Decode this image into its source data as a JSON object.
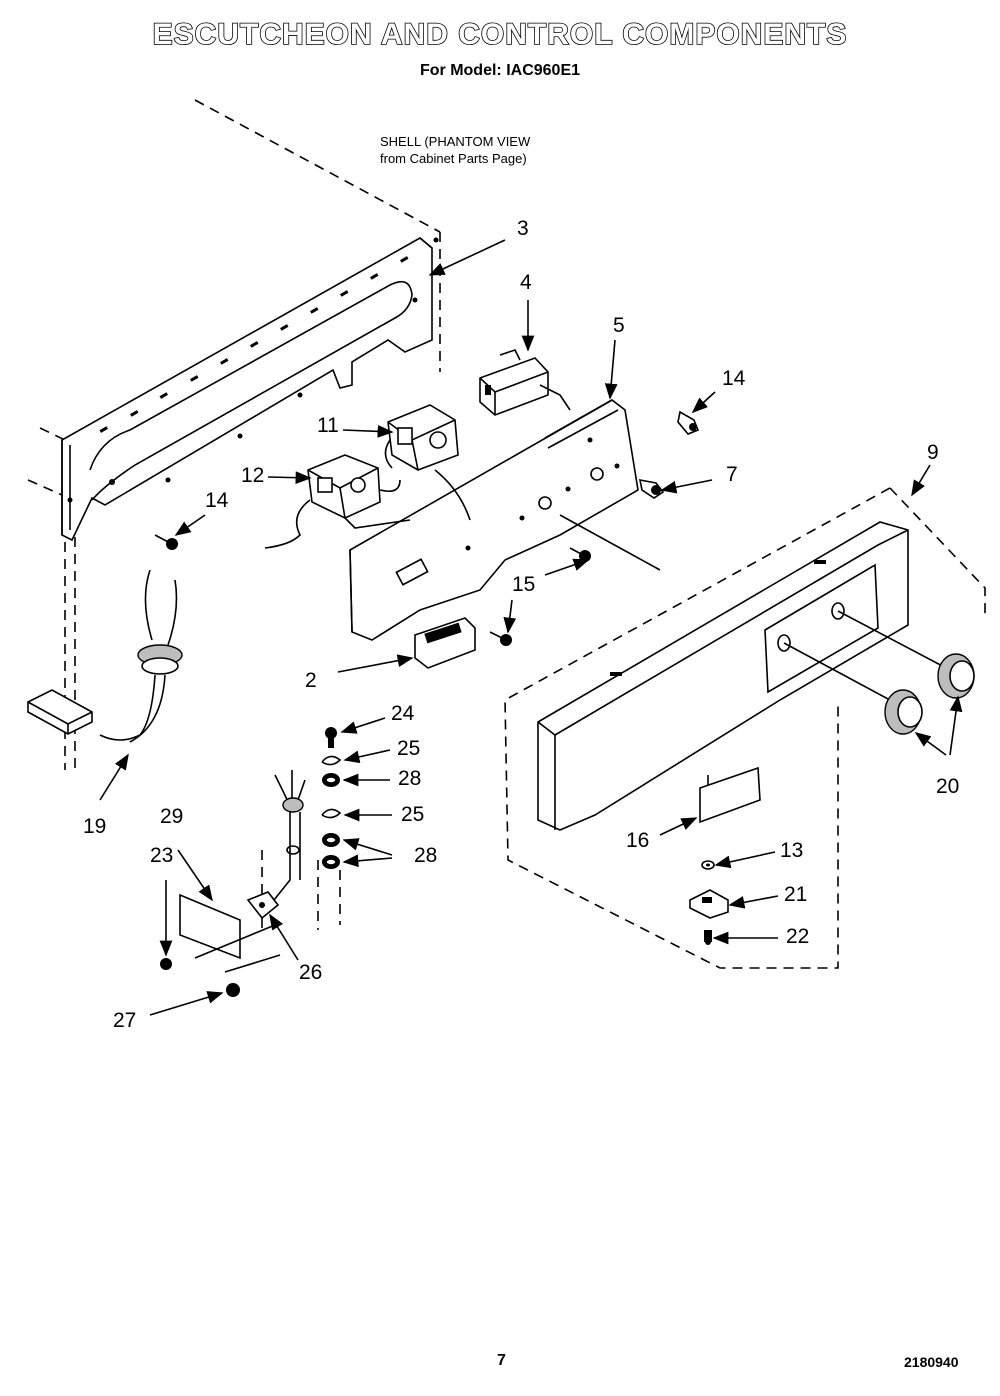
{
  "title": "ESCUTCHEON AND CONTROL COMPONENTS",
  "subtitle": "For Model: IAC960E1",
  "note": {
    "line1": "SHELL (PHANTOM VIEW",
    "line2": "from Cabinet Parts Page)"
  },
  "callouts": {
    "c3": "3",
    "c4": "4",
    "c5": "5",
    "c14a": "14",
    "c11": "11",
    "c7": "7",
    "c9": "9",
    "c12": "12",
    "c14b": "14",
    "c15": "15",
    "c2": "2",
    "c24": "24",
    "c25a": "25",
    "c28a": "28",
    "c25b": "25",
    "c28b": "28",
    "c19": "19",
    "c29": "29",
    "c23": "23",
    "c26": "26",
    "c27": "27",
    "c20": "20",
    "c16": "16",
    "c13": "13",
    "c21": "21",
    "c22": "22"
  },
  "footer": {
    "page": "7",
    "doc": "2180940"
  }
}
